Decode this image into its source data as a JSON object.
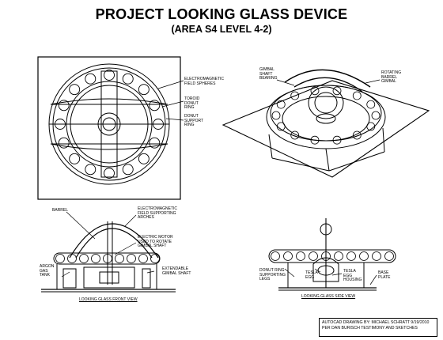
{
  "header": {
    "title": "PROJECT LOOKING GLASS DEVICE",
    "subtitle": "(AREA S4 LEVEL 4-2)"
  },
  "top_view": {
    "labels": {
      "spheres": "ELECTROMAGNETIC\nFIELD SPHERES",
      "toroid": "TOROID\nDONUT\nRING",
      "support": "DONUT\nSUPPORT\nRING"
    }
  },
  "iso_view": {
    "labels": {
      "gimbal_bearing": "GIMBAL\nSHAFT\nBEARING",
      "rotating_gimbal": "ROTATING\nBARREL\nGIMBAL"
    }
  },
  "front_view": {
    "caption": "LOOKING GLASS FRONT VIEW",
    "labels": {
      "barrel": "BARREL",
      "arches": "ELECTROMAGNETIC\nFIELD SUPPORTING\nARCHES",
      "motor": "ELECTRIC MOTOR\nUSED TO ROTATE\nGIMBAL SHAFT",
      "argon": "ARGON\nGAS\nTANK",
      "shaft": "EXTENDABLE\nGIMBAL SHAFT"
    }
  },
  "side_view": {
    "caption": "LOOKING GLASS SIDE VIEW",
    "labels": {
      "donut_legs": "DONUT RING\nSUPPORTING\nLEGS",
      "tesla_egg": "TESLA\nEGG",
      "tesla_housing": "TESLA\nEGG\nHOUSING",
      "base_plate": "BASE\nPLATE"
    }
  },
  "credit": {
    "line1": "AUTOCAD DRAWING BY: MICHAEL SCHRATT 9/19/2010",
    "line2": "PER DAN BURISCH TESTIMONY AND SKETCHES"
  }
}
